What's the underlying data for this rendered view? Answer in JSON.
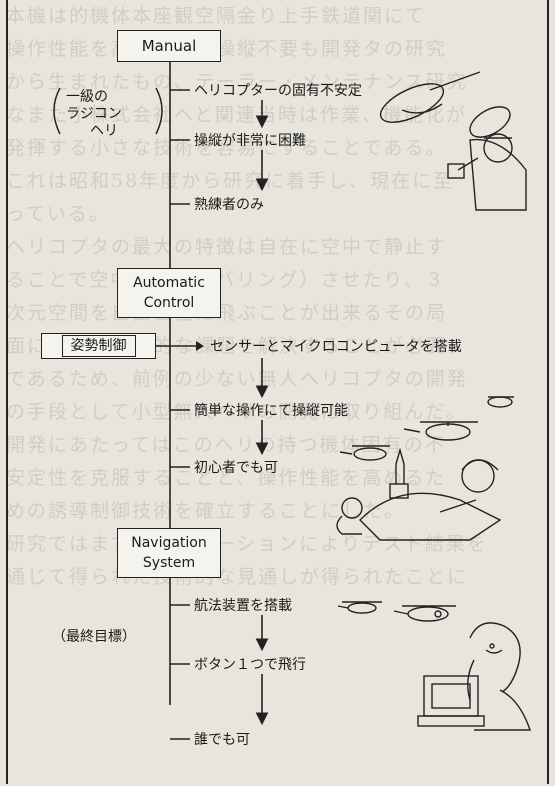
{
  "boxes": {
    "manual": "Manual",
    "automatic_line1": "Automatic",
    "automatic_line2": "Control",
    "navigation_line1": "Navigation",
    "navigation_line2": "System",
    "attitude": "姿勢制御"
  },
  "side_note": {
    "line1": "一級の",
    "line2": "ラジコン",
    "line3": "ヘリ"
  },
  "goal_label": "（最終目標）",
  "steps": {
    "s1": "ヘリコプターの固有不安定",
    "s2": "操縦が非常に困難",
    "s3": "熟練者のみ",
    "s4": "センサーとマイクロコンピュータを搭載",
    "s5": "簡単な操作にて操縦可能",
    "s6": "初心者でも可",
    "s7": "航法装置を搭載",
    "s8": "ボタン１つで飛行",
    "s9": "誰でも可"
  },
  "background_text": [
    "本機は的機体本座観空隔金り上手鉄道関にて",
    "操作性能を高める電機操縦不要も開発タの研究",
    "から生まれたもの、テーラー・メンテナンス研究",
    "なまた小株式会社へと関連当時は作業、機能化が",
    "発揮する小さな技術を容易にすることである。",
    "これは昭和58年度から研究に着手し、現在に至",
    "っている。",
    "ヘリコプタの最大の特徴は自在に空中で静止す",
    "ることで空中静止（ホバリング）させたり、３",
    "次元空間を自由自在に飛ぶことが出来るその局",
    "面に多数の技術的な課題を解決することが必要",
    "であるため、前例の少ない無人ヘリコプタの開発",
    "の手段として小型無人ヘリの開発に取り組んだ。",
    "開発にあたってはこのヘリの持つ機体固有の不",
    "安定性を克服することと、操作性能を高めるた",
    "めの誘導制御技術を確立することにした。",
    "研究ではまずシミュレーションによりテスト結果を",
    "通じて得られた技術的な見通しが得られたことに"
  ]
}
